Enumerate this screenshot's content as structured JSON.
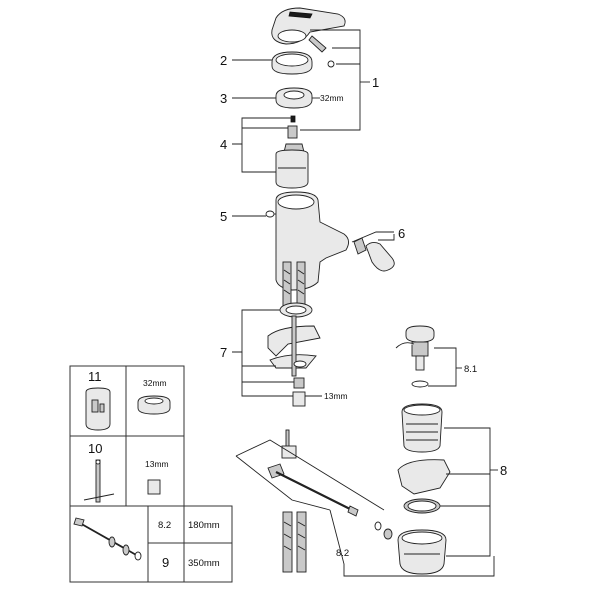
{
  "callouts": {
    "c1": "1",
    "c2": "2",
    "c3": "3",
    "c4": "4",
    "c5": "5",
    "c6": "6",
    "c7": "7",
    "c8": "8",
    "c8_1": "8.1",
    "c8_2": "8.2"
  },
  "dimensions": {
    "d32_main": "32mm",
    "d13_main": "13mm"
  },
  "table": {
    "row11_number": "11",
    "row11_size": "32mm",
    "row10_number": "10",
    "row10_size": "13mm",
    "row1_item": "8.2",
    "row1_length": "180mm",
    "row2_item": "9",
    "row2_length": "350mm"
  }
}
